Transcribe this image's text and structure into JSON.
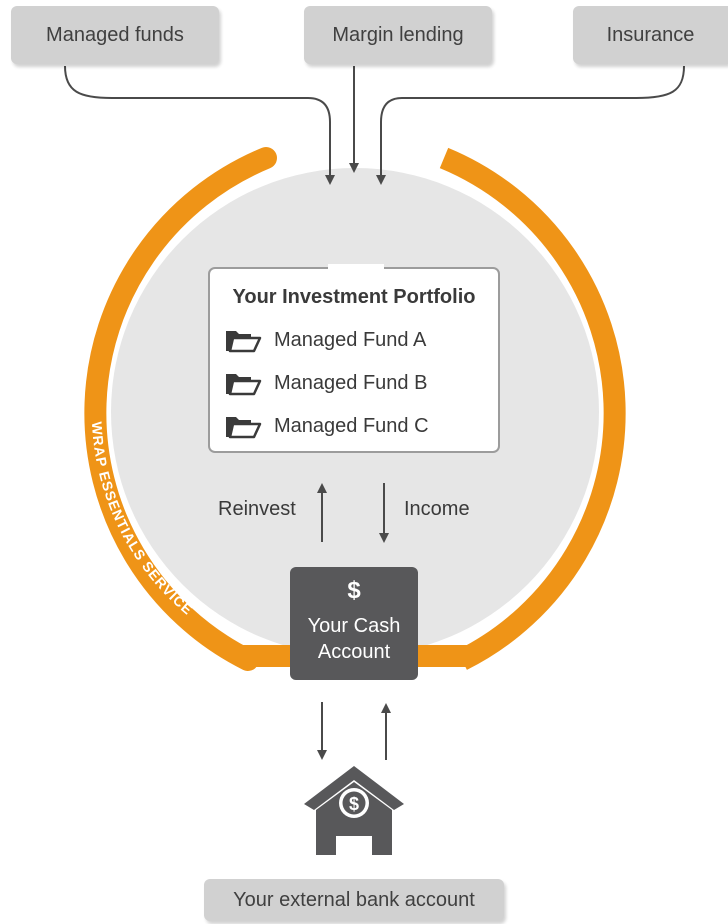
{
  "sources": {
    "managed_funds": "Managed funds",
    "margin_lending": "Margin lending",
    "insurance": "Insurance"
  },
  "ring": {
    "label": "WRAP ESSENTIALS SERVICE",
    "color": "#ef9417"
  },
  "portfolio": {
    "title": "Your Investment Portfolio",
    "funds": [
      "Managed Fund A",
      "Managed Fund B",
      "Managed Fund C"
    ]
  },
  "flows": {
    "reinvest": "Reinvest",
    "income": "Income"
  },
  "cash_account": {
    "symbol": "$",
    "line1": "Your Cash",
    "line2": "Account"
  },
  "bank": {
    "icon": "bank-icon",
    "label": "Your external bank account"
  },
  "colors": {
    "circle_fill": "#e6e6e6",
    "box_fill": "#d1d1d1",
    "dark": "#58585a",
    "arrow": "#4a4a4a"
  }
}
